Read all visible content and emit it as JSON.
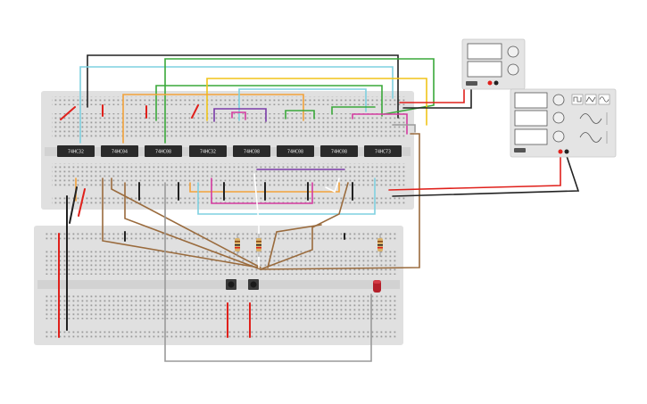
{
  "chips": [
    "74HC32",
    "74HC04",
    "74HC08",
    "74HC32",
    "74HC08",
    "74HC08",
    "74HC08",
    "74HC73"
  ],
  "instruments": {
    "power_supply": {
      "label": "",
      "display_count": 2
    },
    "function_generator": {
      "label": "",
      "waveforms": [
        "square",
        "triangle",
        "sine"
      ]
    }
  },
  "colors": {
    "breadboard": "#e0e0e0",
    "chip": "#2a2a2a",
    "wire_black": "#222222",
    "wire_red": "#e0201b",
    "wire_green": "#3aa83a",
    "wire_yellow": "#f0c419",
    "wire_orange": "#f2a23a",
    "wire_brown": "#9a6b3d",
    "wire_cyan": "#7fd0e0",
    "wire_purple": "#7a3aa8",
    "wire_magenta": "#d43aa0",
    "wire_gray": "#9a9a9a",
    "led": "#b3202a"
  }
}
